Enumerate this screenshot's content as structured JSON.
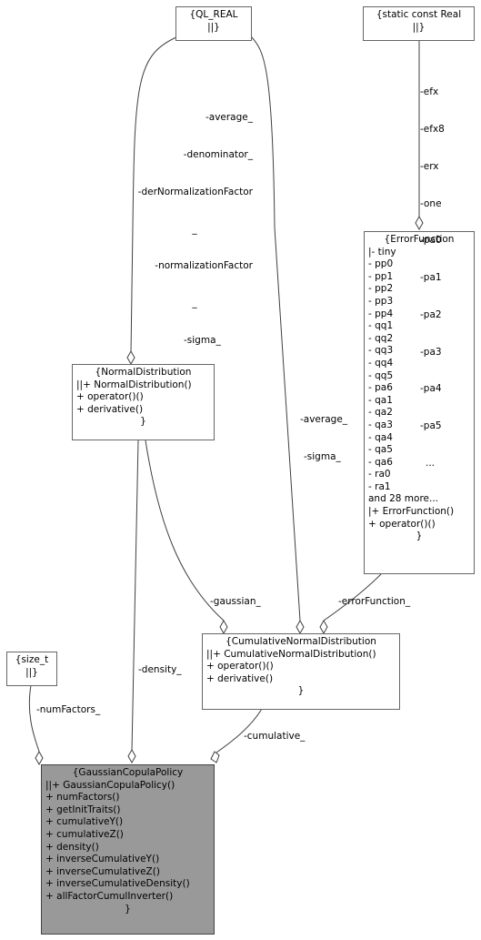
{
  "classes": {
    "ql_real": {
      "title": "{QL_REAL",
      "body": "||}"
    },
    "static_const_real": {
      "title": "{static const Real",
      "body": "||}"
    },
    "error_function": {
      "title": "{ErrorFunction",
      "members": [
        "|- tiny",
        "- pp0",
        "- pp1",
        "- pp2",
        "- pp3",
        "- pp4",
        "- qq1",
        "- qq2",
        "- qq3",
        "- qq4",
        "- qq5",
        "- pa6",
        "- qa1",
        "- qa2",
        "- qa3",
        "- qa4",
        "- qa5",
        "- qa6",
        "- ra0",
        "- ra1",
        "and 28 more...",
        "|+ ErrorFunction()",
        "+ operator()()"
      ],
      "close": "}"
    },
    "normal_distribution": {
      "title": "{NormalDistribution",
      "members": [
        "||+ NormalDistribution()",
        "+ operator()()",
        "+ derivative()"
      ],
      "close": "}"
    },
    "size_t": {
      "title": "{size_t",
      "body": "||}"
    },
    "cumulative_normal_distribution": {
      "title": "{CumulativeNormalDistribution",
      "members": [
        "||+ CumulativeNormalDistribution()",
        "+ operator()()",
        "+ derivative()"
      ],
      "close": "}"
    },
    "gaussian_copula_policy": {
      "title": "{GaussianCopulaPolicy",
      "members": [
        "||+ GaussianCopulaPolicy()",
        "+ numFactors()",
        "+ getInitTraits()",
        "+ cumulativeY()",
        "+ cumulativeZ()",
        "+ density()",
        "+ inverseCumulativeY()",
        "+ inverseCumulativeZ()",
        "+ inverseCumulativeDensity()",
        "+ allFactorCumulInverter()"
      ],
      "close": "}"
    }
  },
  "edge_labels": {
    "real_to_normal": [
      "-average_",
      "-denominator_",
      "-derNormalizationFactor",
      "_",
      "-normalizationFactor",
      "_",
      "-sigma_"
    ],
    "static_to_error": [
      "-efx",
      "-efx8",
      "-erx",
      "-one",
      "-pa0",
      "-pa1",
      "-pa2",
      "-pa3",
      "-pa4",
      "-pa5",
      "..."
    ],
    "real_to_cumulative": [
      "-average_",
      "-sigma_"
    ],
    "gaussian": "-gaussian_",
    "error_function": "-errorFunction_",
    "density": "-density_",
    "num_factors": "-numFactors_",
    "cumulative": "-cumulative_"
  }
}
